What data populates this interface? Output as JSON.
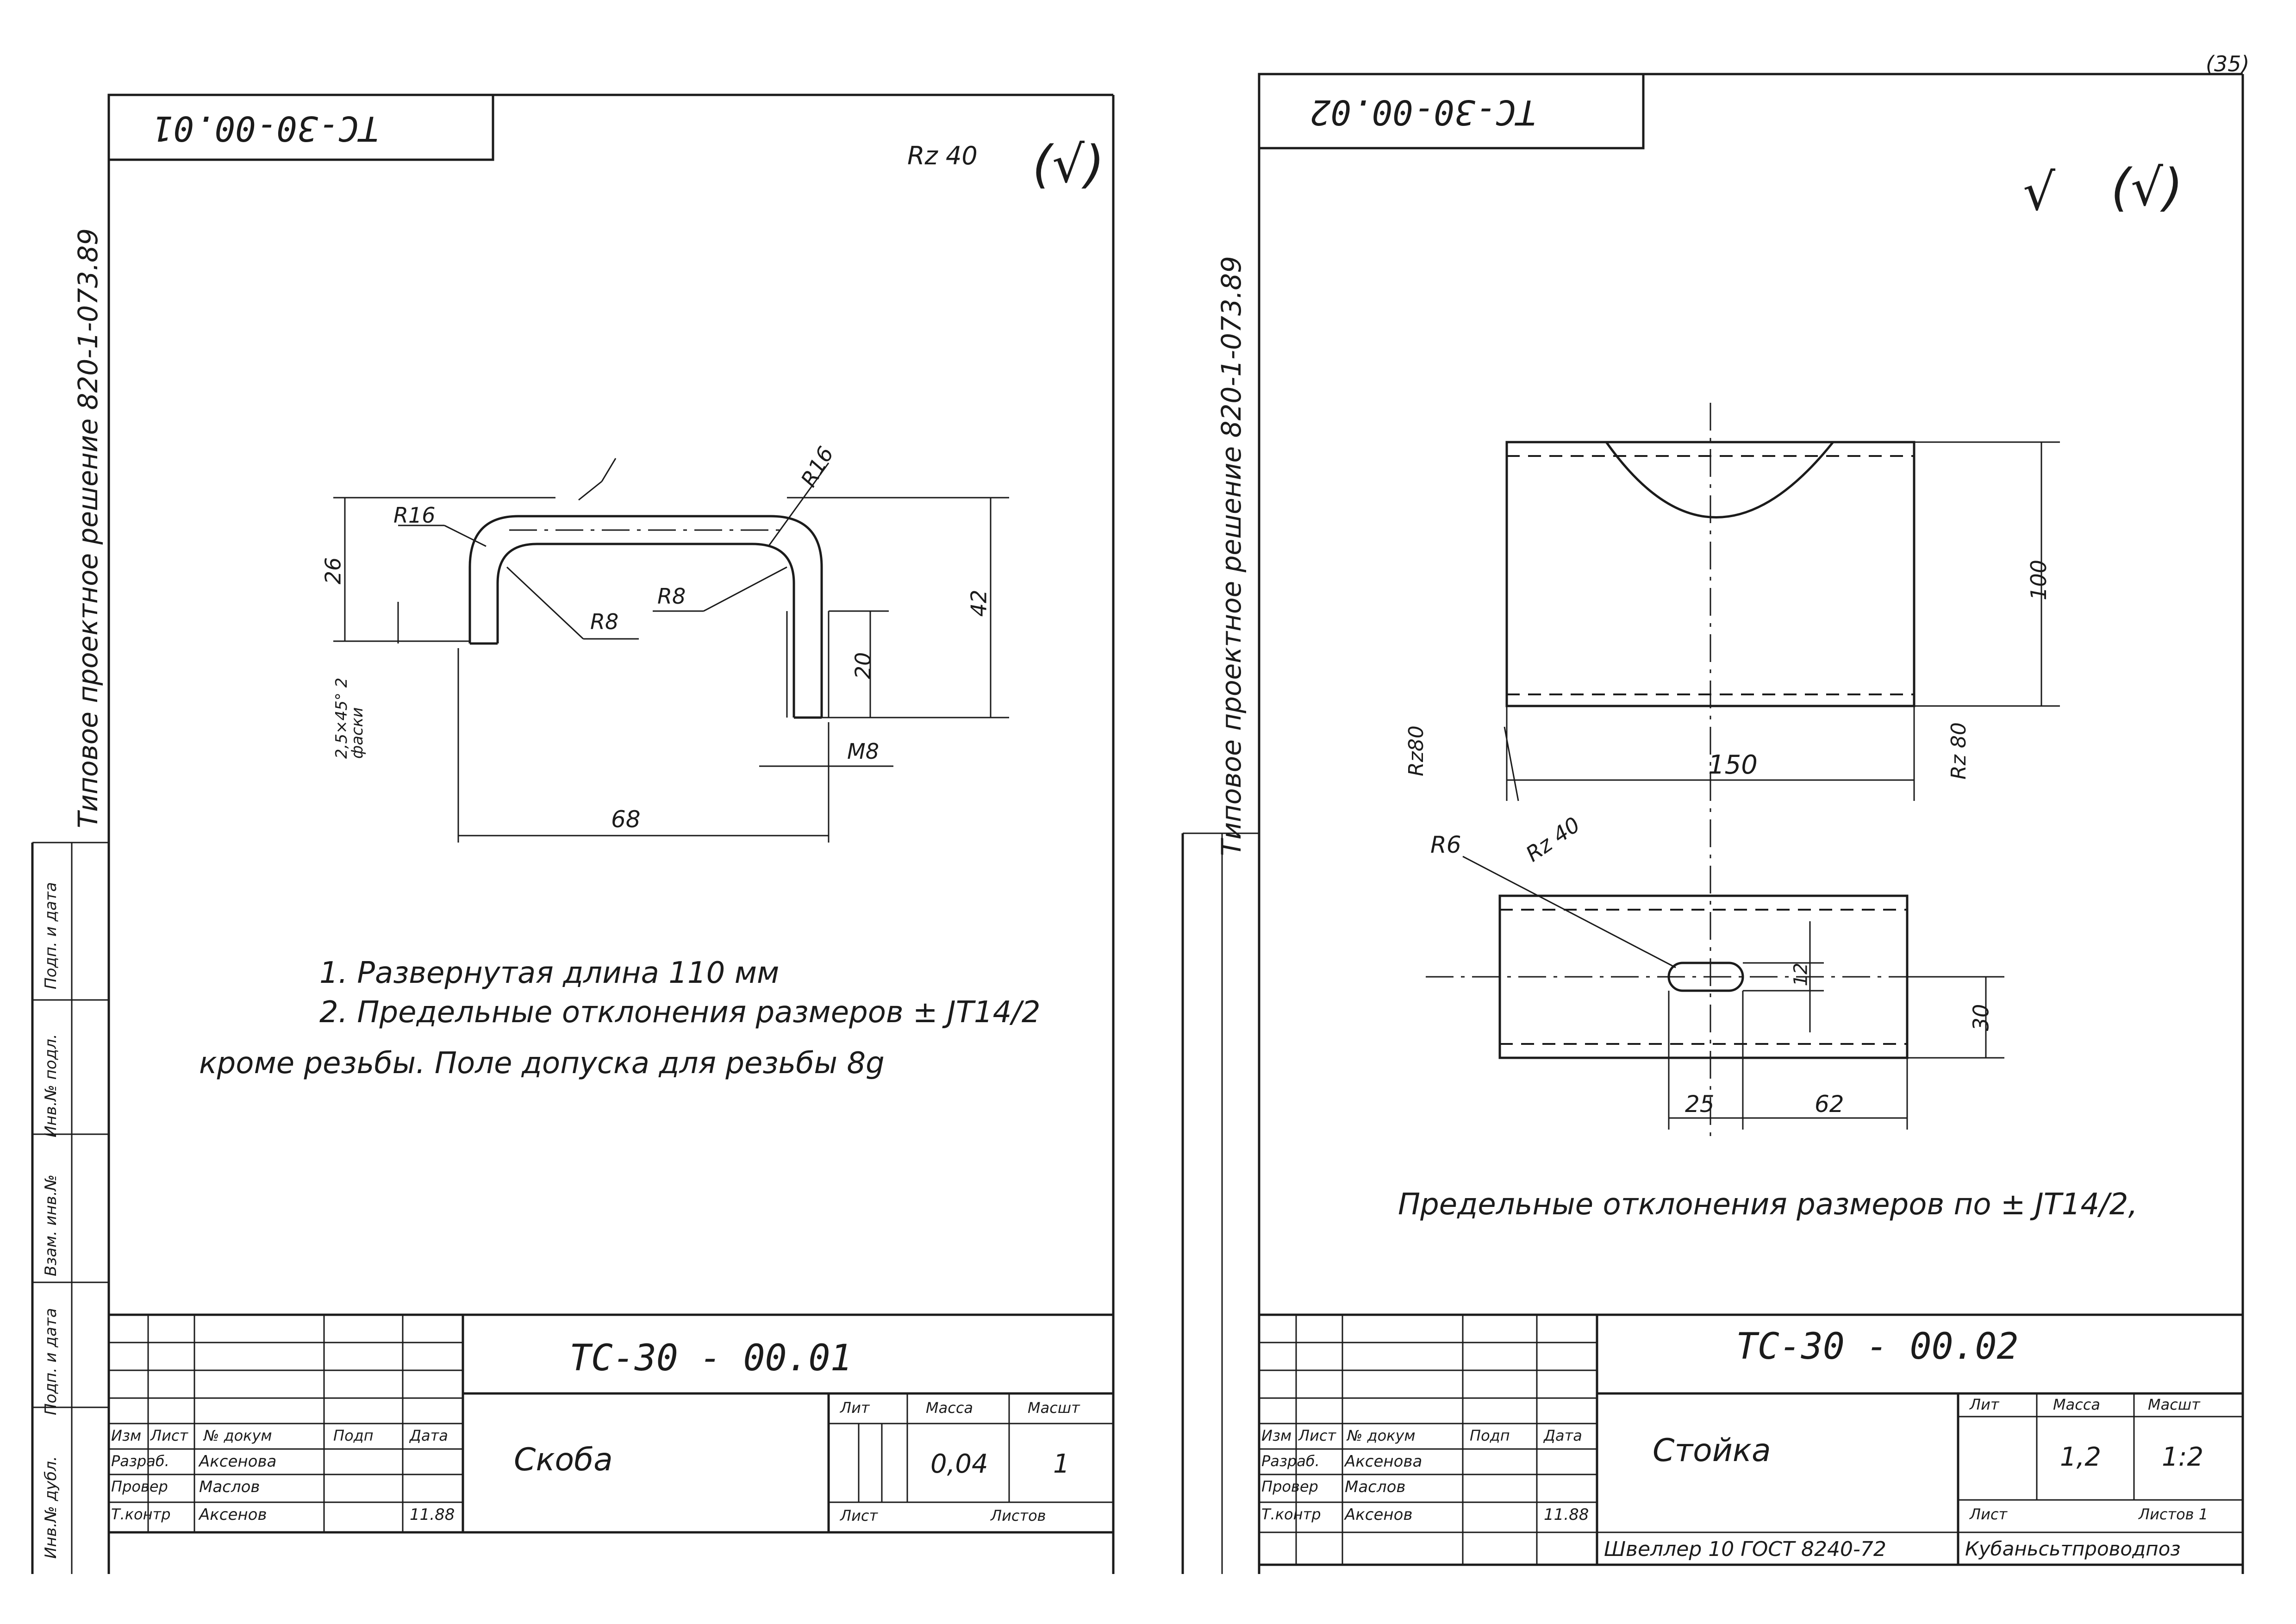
{
  "page_number": "(35)",
  "left_sheet": {
    "stamp_code": "ТС-30-00.01",
    "roughness_general": "Rz 40",
    "roughness_other": "(√)",
    "side_stamp": "Типовое проектное решение 820-1-073.89",
    "dims": {
      "r16_left": "R16",
      "r16_right": "R16",
      "r8_left": "R8",
      "r8_right": "R8",
      "h26": "26",
      "h42": "42",
      "h20": "20",
      "thread": "M8",
      "chamfer": "2,5×45° 2 фаски",
      "w68": "68"
    },
    "notes": [
      "1. Развернутая длина 110 мм",
      "2. Предельные отклонения размеров ± JT14/2",
      "кроме резьбы. Поле допуска для резьбы 8g"
    ],
    "title_block": {
      "doc_code": "ТС-30 - 00.01",
      "part_name": "Скоба",
      "headers": [
        "Изм",
        "Лист",
        "№ докум",
        "Подп",
        "Дата"
      ],
      "rows": [
        [
          "Разраб.",
          "Аксенова"
        ],
        [
          "Провер",
          "Маслов"
        ],
        [
          "Т.контр",
          "Аксенов"
        ]
      ],
      "date": "11.88",
      "lit_header": "Лит",
      "mass_header": "Масса",
      "scale_header": "Масшт",
      "mass": "0,04",
      "scale": "1",
      "sheet_label": "Лист",
      "sheets_label": "Листов"
    },
    "margin_labels": [
      "Подп. и дата",
      "Инв.№ подл.",
      "Взам. инв.№",
      "Подп. и дата",
      "Инв.№ дубл."
    ]
  },
  "right_sheet": {
    "stamp_code": "ТС-30-00.02",
    "roughness_general": "√",
    "roughness_other": "(√)",
    "side_stamp": "Типовое проектное решение 820-1-073.89",
    "dims": {
      "h100": "100",
      "w150": "150",
      "rz80_left": "Rz80",
      "rz80_right": "Rz 80",
      "r6": "R6",
      "rz40": "Rz 40",
      "h30": "30",
      "w25": "25",
      "w62": "62",
      "slot": "12"
    },
    "notes": [
      "Предельные отклонения размеров по ± JT14/2,"
    ],
    "title_block": {
      "doc_code": "ТС-30 - 00.02",
      "part_name": "Стойка",
      "headers": [
        "Изм",
        "Лист",
        "№ докум",
        "Подп",
        "Дата"
      ],
      "rows": [
        [
          "Разраб.",
          "Аксенова"
        ],
        [
          "Провер",
          "Маслов"
        ],
        [
          "Т.контр",
          "Аксенов"
        ]
      ],
      "date": "11.88",
      "lit_header": "Лит",
      "mass_header": "Масса",
      "scale_header": "Масшт",
      "mass": "1,2",
      "scale": "1:2",
      "sheet_label": "Лист",
      "sheets_label": "Листов 1",
      "material": "Швеллер 10 ГОСТ 8240-72",
      "organization": "Кубаньсьтпроводпоз"
    }
  }
}
